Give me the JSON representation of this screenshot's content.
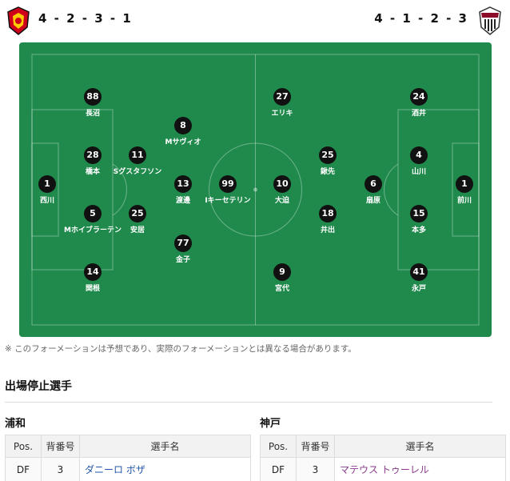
{
  "home": {
    "formation": "4 - 2 - 3 - 1",
    "crest_icon": "urawa-reds-crest",
    "accent": "#d0021b"
  },
  "away": {
    "formation": "4 - 1 - 2 - 3",
    "crest_icon": "vissel-kobe-crest",
    "accent": "#8b0d2a"
  },
  "pitch_color": "#1f8a4c",
  "home_players": [
    {
      "num": "88",
      "name": "長沼"
    },
    {
      "num": "8",
      "name": "Mサヴィオ"
    },
    {
      "num": "28",
      "name": "橋本"
    },
    {
      "num": "11",
      "name": "Sグスタフソン"
    },
    {
      "num": "1",
      "name": "西川"
    },
    {
      "num": "13",
      "name": "渡邊"
    },
    {
      "num": "99",
      "name": "Iキーセテリン"
    },
    {
      "num": "5",
      "name": "Mホイブラーテン"
    },
    {
      "num": "25",
      "name": "安居"
    },
    {
      "num": "77",
      "name": "金子"
    },
    {
      "num": "14",
      "name": "関根"
    }
  ],
  "away_players": [
    {
      "num": "27",
      "name": "エリキ"
    },
    {
      "num": "24",
      "name": "酒井"
    },
    {
      "num": "25",
      "name": "鍬先"
    },
    {
      "num": "4",
      "name": "山川"
    },
    {
      "num": "10",
      "name": "大迫"
    },
    {
      "num": "6",
      "name": "扇原"
    },
    {
      "num": "1",
      "name": "前川"
    },
    {
      "num": "18",
      "name": "井出"
    },
    {
      "num": "15",
      "name": "本多"
    },
    {
      "num": "9",
      "name": "宮代"
    },
    {
      "num": "41",
      "name": "永戸"
    }
  ],
  "note": "※ このフォーメーションは予想であり、実際のフォーメーションとは異なる場合があります。",
  "suspended": {
    "title": "出場停止選手",
    "columns": [
      "Pos.",
      "背番号",
      "選手名"
    ],
    "home": {
      "team": "浦和",
      "rows": [
        [
          "DF",
          "3",
          "ダニーロ ボザ"
        ]
      ]
    },
    "away": {
      "team": "神戸",
      "rows": [
        [
          "DF",
          "3",
          "マテウス トゥーレル"
        ]
      ]
    }
  }
}
